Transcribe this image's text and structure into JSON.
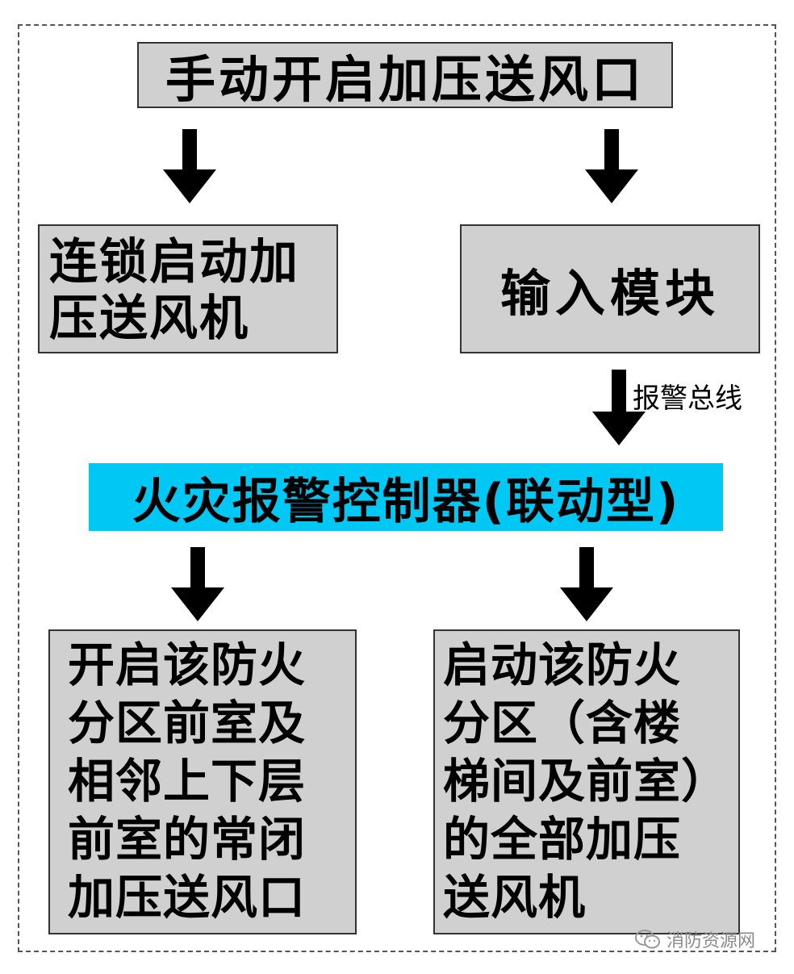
{
  "diagram": {
    "top_box": "手动开启加压送风口",
    "interlock_box": [
      "连锁启动加",
      "压送风机"
    ],
    "input_box": "输入模块",
    "bus_label": "报警总线",
    "controller_box": "火灾报警控制器(联动型)",
    "left_bottom_box": [
      "开启该防火",
      "分区前室及",
      "相邻上下层",
      "前室的常闭",
      "加压送风口"
    ],
    "right_bottom_box": [
      "启动该防火",
      "分区（含楼",
      "梯间及前室）",
      "的全部加压",
      "送风机"
    ],
    "watermark": "消防资源网"
  },
  "colors": {
    "box_fill": "#d0d0d0",
    "controller_fill": "#00c8f5",
    "arrow": "#000000"
  }
}
